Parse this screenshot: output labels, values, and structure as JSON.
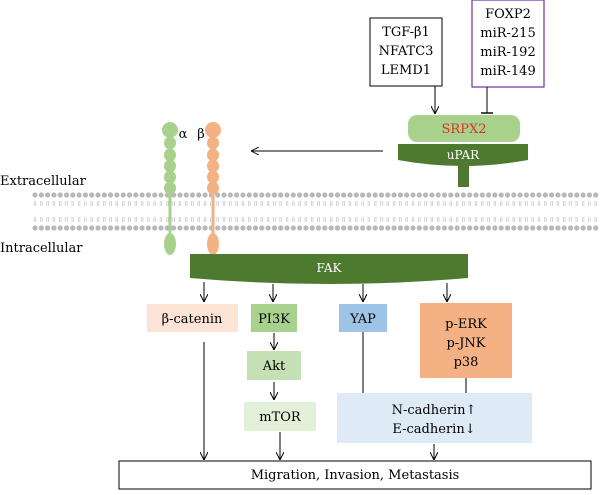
{
  "upstream_activators": [
    "TGF-β1",
    "NFATC3",
    "LEMD1"
  ],
  "upstream_inhibitors": [
    "FOXP2",
    "miR-215",
    "miR-192",
    "miR-149"
  ],
  "srpx2_label": "SRPX2",
  "upar_label": "uPAR",
  "integrin_alpha": "α",
  "integrin_beta": "β",
  "extracellular_label": "Extracellular",
  "intracellular_label": "Intracellular",
  "fak_label": "FAK",
  "beta_catenin_label": "β-catenin",
  "pi3k_label": "PI3K",
  "akt_label": "Akt",
  "mtor_label": "mTOR",
  "yap_label": "YAP",
  "mapk_labels": [
    "p-ERK",
    "p-JNK",
    "p38"
  ],
  "cadherin_labels": [
    "N-cadherin↑",
    "E-cadherin↓"
  ],
  "outcome_label": "Migration, Invasion, Metastasis",
  "colors": {
    "srpx2_fill": "#a9d18e",
    "srpx2_text": "#e03020",
    "upar_fill": "#4e7a30",
    "fak_fill": "#4e7a30",
    "alpha_fill": "#a9d18e",
    "beta_fill": "#f4b183",
    "beta_catenin_fill": "#fbe3d6",
    "pi3k_fill": "#a9d18e",
    "akt_fill": "#c5e0b4",
    "mtor_fill": "#e2efd9",
    "yap_fill": "#9dc3e6",
    "mapk_fill": "#f4b183",
    "cadherin_fill": "#deebf7",
    "inhibitor_border": "#7030a0",
    "membrane_head": "#b8b8b8"
  }
}
